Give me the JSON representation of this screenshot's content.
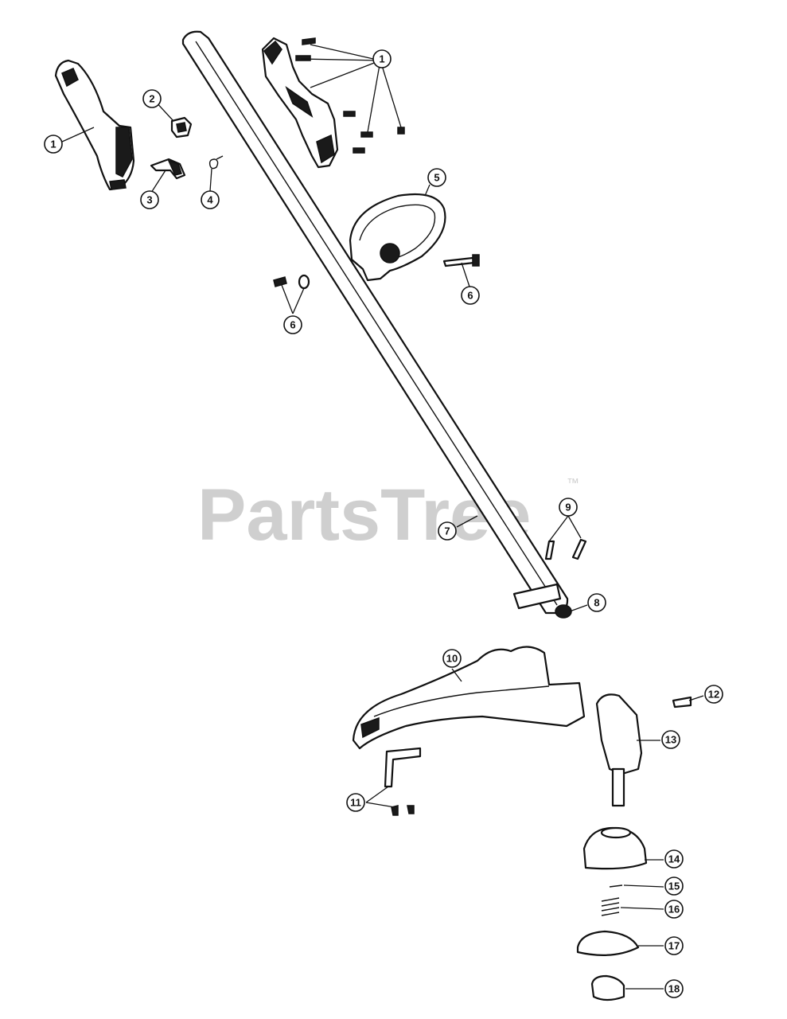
{
  "watermark": {
    "brand": "PartsTree",
    "trademark": "™"
  },
  "callouts": {
    "c1a": "1",
    "c1b": "1",
    "c2": "2",
    "c3": "3",
    "c4": "4",
    "c5": "5",
    "c6a": "6",
    "c6b": "6",
    "c7": "7",
    "c8": "8",
    "c9": "9",
    "c10": "10",
    "c11": "11",
    "c12": "12",
    "c13": "13",
    "c14": "14",
    "c15": "15",
    "c16": "16",
    "c17": "17",
    "c18": "18"
  }
}
